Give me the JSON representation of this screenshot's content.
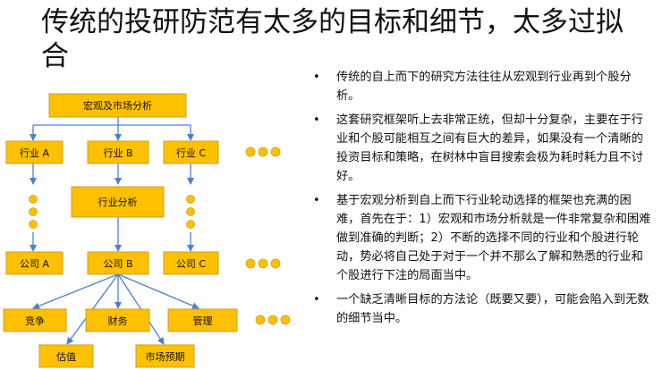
{
  "slide": {
    "title": "传统的投研防范有太多的目标和细节，太多过拟合"
  },
  "diagram": {
    "top_box": "宏观及市场分析",
    "industries": [
      "行业 A",
      "行业 B",
      "行业 C"
    ],
    "middle_box": "行业分析",
    "companies": [
      "公司 A",
      "公司 B",
      "公司 C"
    ],
    "aspects": [
      "竞争",
      "财务",
      "管理"
    ],
    "valuations": [
      "估值",
      "市场预期"
    ]
  },
  "bullets": [
    "传统的自上而下的研究方法往往从宏观到行业再到个股分析。",
    "这套研究框架听上去非常正统，但却十分复杂，主要在于行业和个股可能相互之间有巨大的差异，如果没有一个清晰的投资目标和策略，在树林中盲目搜索会极为耗时耗力且不讨好。",
    "基于宏观分析到自上而下行业轮动选择的框架也充满的困难，首先在于：1）宏观和市场分析就是一件非常复杂和困难做到准确的判断；2）不断的选择不同的行业和个股进行轮动，势必将自己处于对于一个并不那么了解和熟悉的行业和个股进行下注的局面当中。",
    "一个缺乏清晰目标的方法论（既要又要），可能会陷入到无数的细节当中。"
  ],
  "colors": {
    "box_fill": "#FFC000",
    "box_stroke": "#C9A227",
    "connector": "#4A7FD4",
    "dot_fill": "#FFC000"
  }
}
